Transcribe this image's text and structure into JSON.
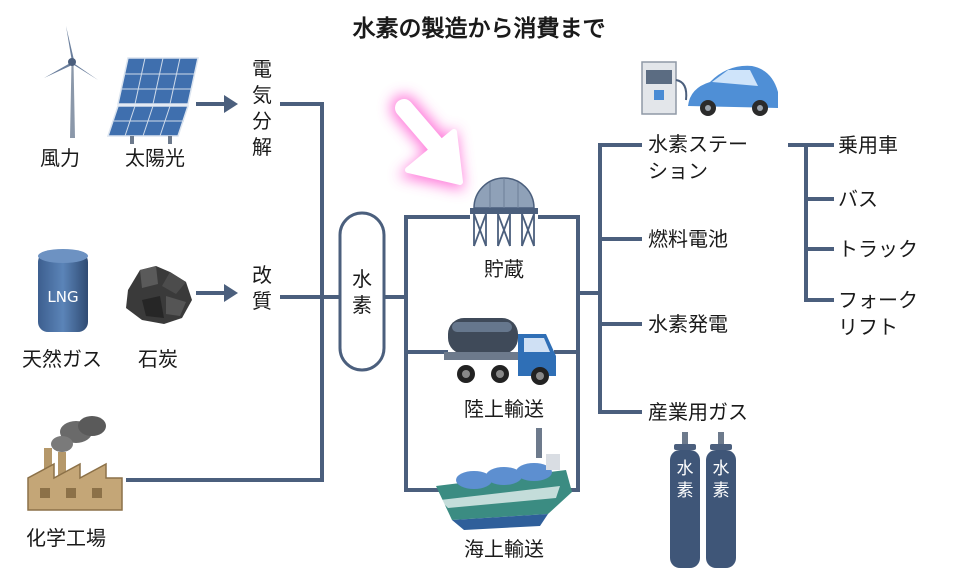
{
  "title": "水素の製造から消費まで",
  "sources": {
    "wind": "風力",
    "solar": "太陽光",
    "lng_tank_text": "LNG",
    "natural_gas": "天然ガス",
    "coal": "石炭",
    "chemical_plant": "化学工場"
  },
  "processes": {
    "electrolysis": [
      "電",
      "気",
      "分",
      "解"
    ],
    "reforming": [
      "改",
      "質"
    ]
  },
  "hydrogen": [
    "水",
    "素"
  ],
  "transport": {
    "storage": "貯蔵",
    "land": "陸上輸送",
    "sea": "海上輸送"
  },
  "uses": {
    "station_line1": "水素ステー",
    "station_line2": "ション",
    "fuel_cell": "燃料電池",
    "power_generation": "水素発電",
    "industrial_gas": "産業用ガス"
  },
  "vehicles": {
    "passenger_car": "乗用車",
    "bus": "バス",
    "truck": "トラック",
    "forklift_line1": "フォーク",
    "forklift_line2": "リフト"
  },
  "cylinder_labels": [
    "水",
    "素"
  ],
  "colors": {
    "line": "#4b5f7d",
    "highlight": "#ff5ed3",
    "text": "#1a1a1a"
  },
  "icons": [
    "wind-turbine-icon",
    "solar-panel-icon",
    "lng-tank-icon",
    "coal-icon",
    "factory-icon",
    "hydrogen-station-icon",
    "electric-car-icon",
    "storage-tank-icon",
    "tanker-truck-icon",
    "lng-ship-icon",
    "gas-cylinder-icon",
    "pointer-arrow-icon"
  ]
}
